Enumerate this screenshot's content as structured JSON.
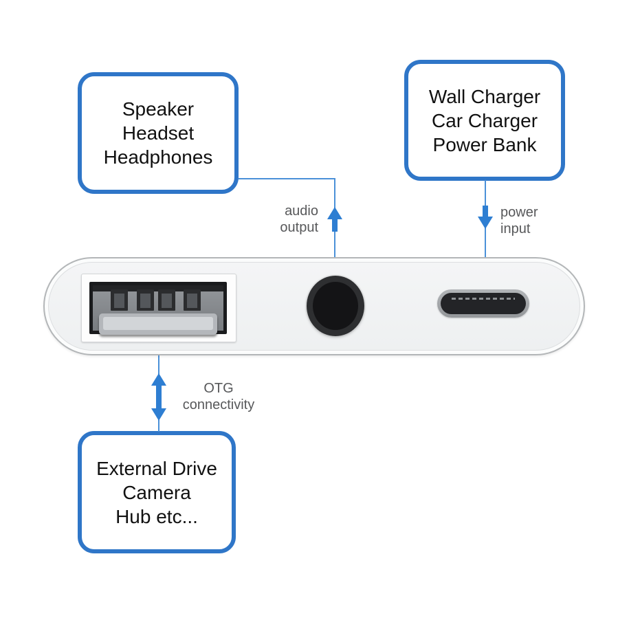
{
  "colors": {
    "box_border": "#2f76c8",
    "box_text": "#111111",
    "connector_line": "#4a90d8",
    "connector_arrow": "#2e7ed2",
    "label_text": "#57585a",
    "device_body": "#f1f2f3",
    "port_dark": "#1a1b1d"
  },
  "boxes": {
    "audio_devices": {
      "lines": [
        "Speaker",
        "Headset",
        "Headphones"
      ]
    },
    "power_sources": {
      "lines": [
        "Wall Charger",
        "Car Charger",
        "Power Bank"
      ]
    },
    "otg_devices": {
      "lines": [
        "External Drive",
        "Camera",
        "Hub etc..."
      ]
    }
  },
  "labels": {
    "audio_output": {
      "lines": [
        "audio",
        "output"
      ]
    },
    "power_input": {
      "lines": [
        "power",
        "input"
      ]
    },
    "otg_connectivity": {
      "lines": [
        "OTG",
        "connectivity"
      ]
    }
  },
  "device": {
    "ports": [
      "usb-a-port",
      "3.5mm-audio-jack",
      "usb-c-port"
    ]
  }
}
